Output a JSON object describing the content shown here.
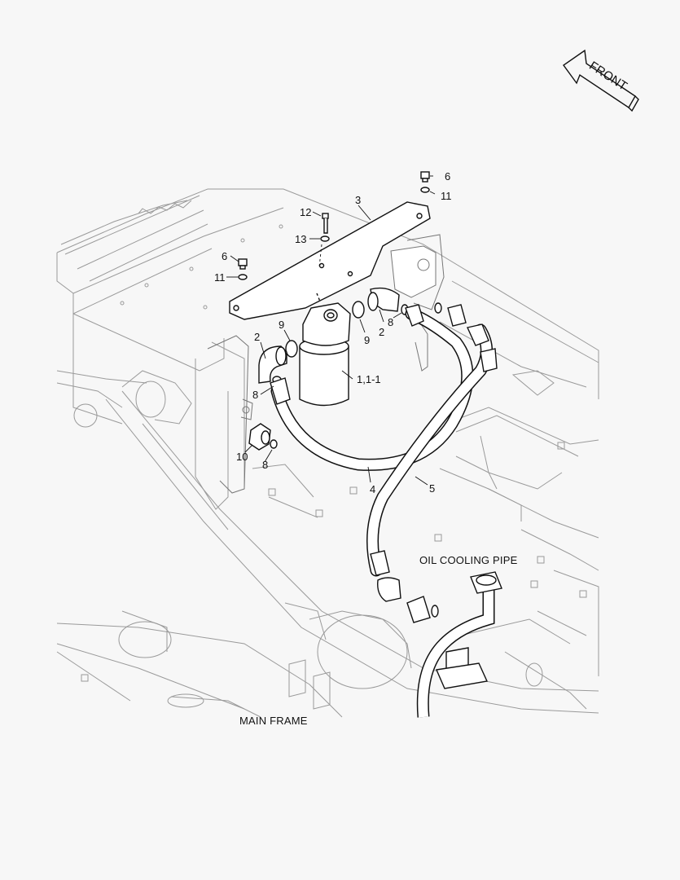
{
  "front_arrow": {
    "label": "FRONT"
  },
  "callouts": {
    "c1": "1,1-1",
    "c2a": "2",
    "c2b": "2",
    "c3": "3",
    "c4": "4",
    "c5": "5",
    "c6a": "6",
    "c6b": "6",
    "c8a": "8",
    "c8b": "8",
    "c8c": "8",
    "c9a": "9",
    "c9b": "9",
    "c10": "10",
    "c11a": "11",
    "c11b": "11",
    "c12": "12",
    "c13": "13"
  },
  "annotations": {
    "oil_cooling_pipe": "OIL COOLING PIPE",
    "main_frame": "MAIN FRAME"
  }
}
